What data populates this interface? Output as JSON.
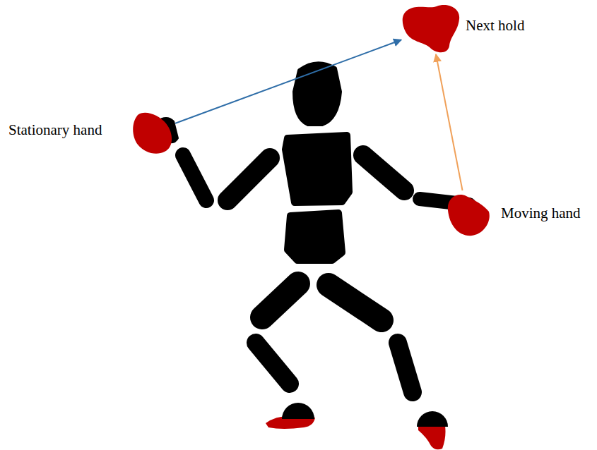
{
  "diagram": {
    "nodes": [
      {
        "text": [
          "Next hold"
        ]
      },
      {
        "text": [
          "Stationary hand"
        ]
      },
      {
        "text": [
          "Moving hand"
        ]
      }
    ],
    "edges": [
      {
        "from": 1,
        "to": 0,
        "arrow": "to"
      },
      {
        "from": 2,
        "to": 0,
        "arrow": "to"
      }
    ]
  }
}
